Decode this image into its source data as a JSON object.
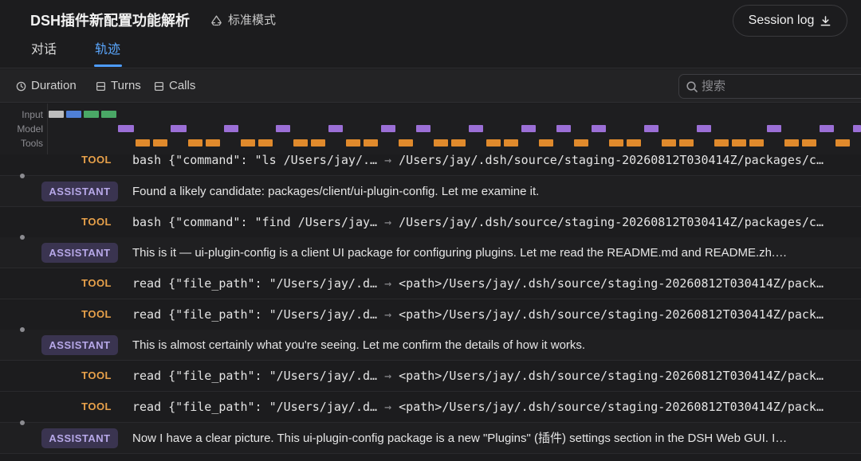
{
  "header": {
    "title": "DSH插件新配置功能解析",
    "mode_label": "标准模式",
    "session_button": "Session log",
    "tabs": [
      "对话",
      "轨迹"
    ],
    "active_tab": "轨迹"
  },
  "toolbar": {
    "duration": "Duration",
    "turns": "Turns",
    "calls": "Calls",
    "search_placeholder": "搜索"
  },
  "timeline": {
    "labels": {
      "input": "Input",
      "model": "Model",
      "tools": "Tools"
    }
  },
  "colors": {
    "accent": "#4d9cff",
    "tool_badge": "#e8a14a",
    "assistant_badge_bg": "#3a3450",
    "assistant_badge_text": "#b7a8e8",
    "model_bar": "#9b6fd6",
    "tool_bar": "#e08a2c"
  },
  "rows": [
    {
      "role": "TOOL",
      "tool": "bash",
      "args": "{\"command\": \"ls /Users/jay/.…",
      "arrow": "→",
      "result": "/Users/jay/.dsh/source/staging-20260812T030414Z/packages/c…"
    },
    {
      "role": "ASSISTANT",
      "text": "Found a likely candidate: packages/client/ui-plugin-config. Let me examine it."
    },
    {
      "role": "TOOL",
      "tool": "bash",
      "args": "{\"command\": \"find /Users/jay…",
      "arrow": "→",
      "result": "/Users/jay/.dsh/source/staging-20260812T030414Z/packages/c…"
    },
    {
      "role": "ASSISTANT",
      "text": "This is it — ui-plugin-config is a client UI package for configuring plugins. Let me read the README.md and README.zh.…"
    },
    {
      "role": "TOOL",
      "tool": "read",
      "args": "{\"file_path\": \"/Users/jay/.d…",
      "arrow": "→",
      "result": "<path>/Users/jay/.dsh/source/staging-20260812T030414Z/pack…"
    },
    {
      "role": "TOOL",
      "tool": "read",
      "args": "{\"file_path\": \"/Users/jay/.d…",
      "arrow": "→",
      "result": "<path>/Users/jay/.dsh/source/staging-20260812T030414Z/pack…"
    },
    {
      "role": "ASSISTANT",
      "text": "This is almost certainly what you're seeing. Let me confirm the details of how it works."
    },
    {
      "role": "TOOL",
      "tool": "read",
      "args": "{\"file_path\": \"/Users/jay/.d…",
      "arrow": "→",
      "result": "<path>/Users/jay/.dsh/source/staging-20260812T030414Z/pack…"
    },
    {
      "role": "TOOL",
      "tool": "read",
      "args": "{\"file_path\": \"/Users/jay/.d…",
      "arrow": "→",
      "result": "<path>/Users/jay/.dsh/source/staging-20260812T030414Z/pack…"
    },
    {
      "role": "ASSISTANT",
      "text": "Now I have a clear picture. This ui-plugin-config package is a new \"Plugins\" (插件) settings section in the DSH Web GUI. I…"
    }
  ]
}
